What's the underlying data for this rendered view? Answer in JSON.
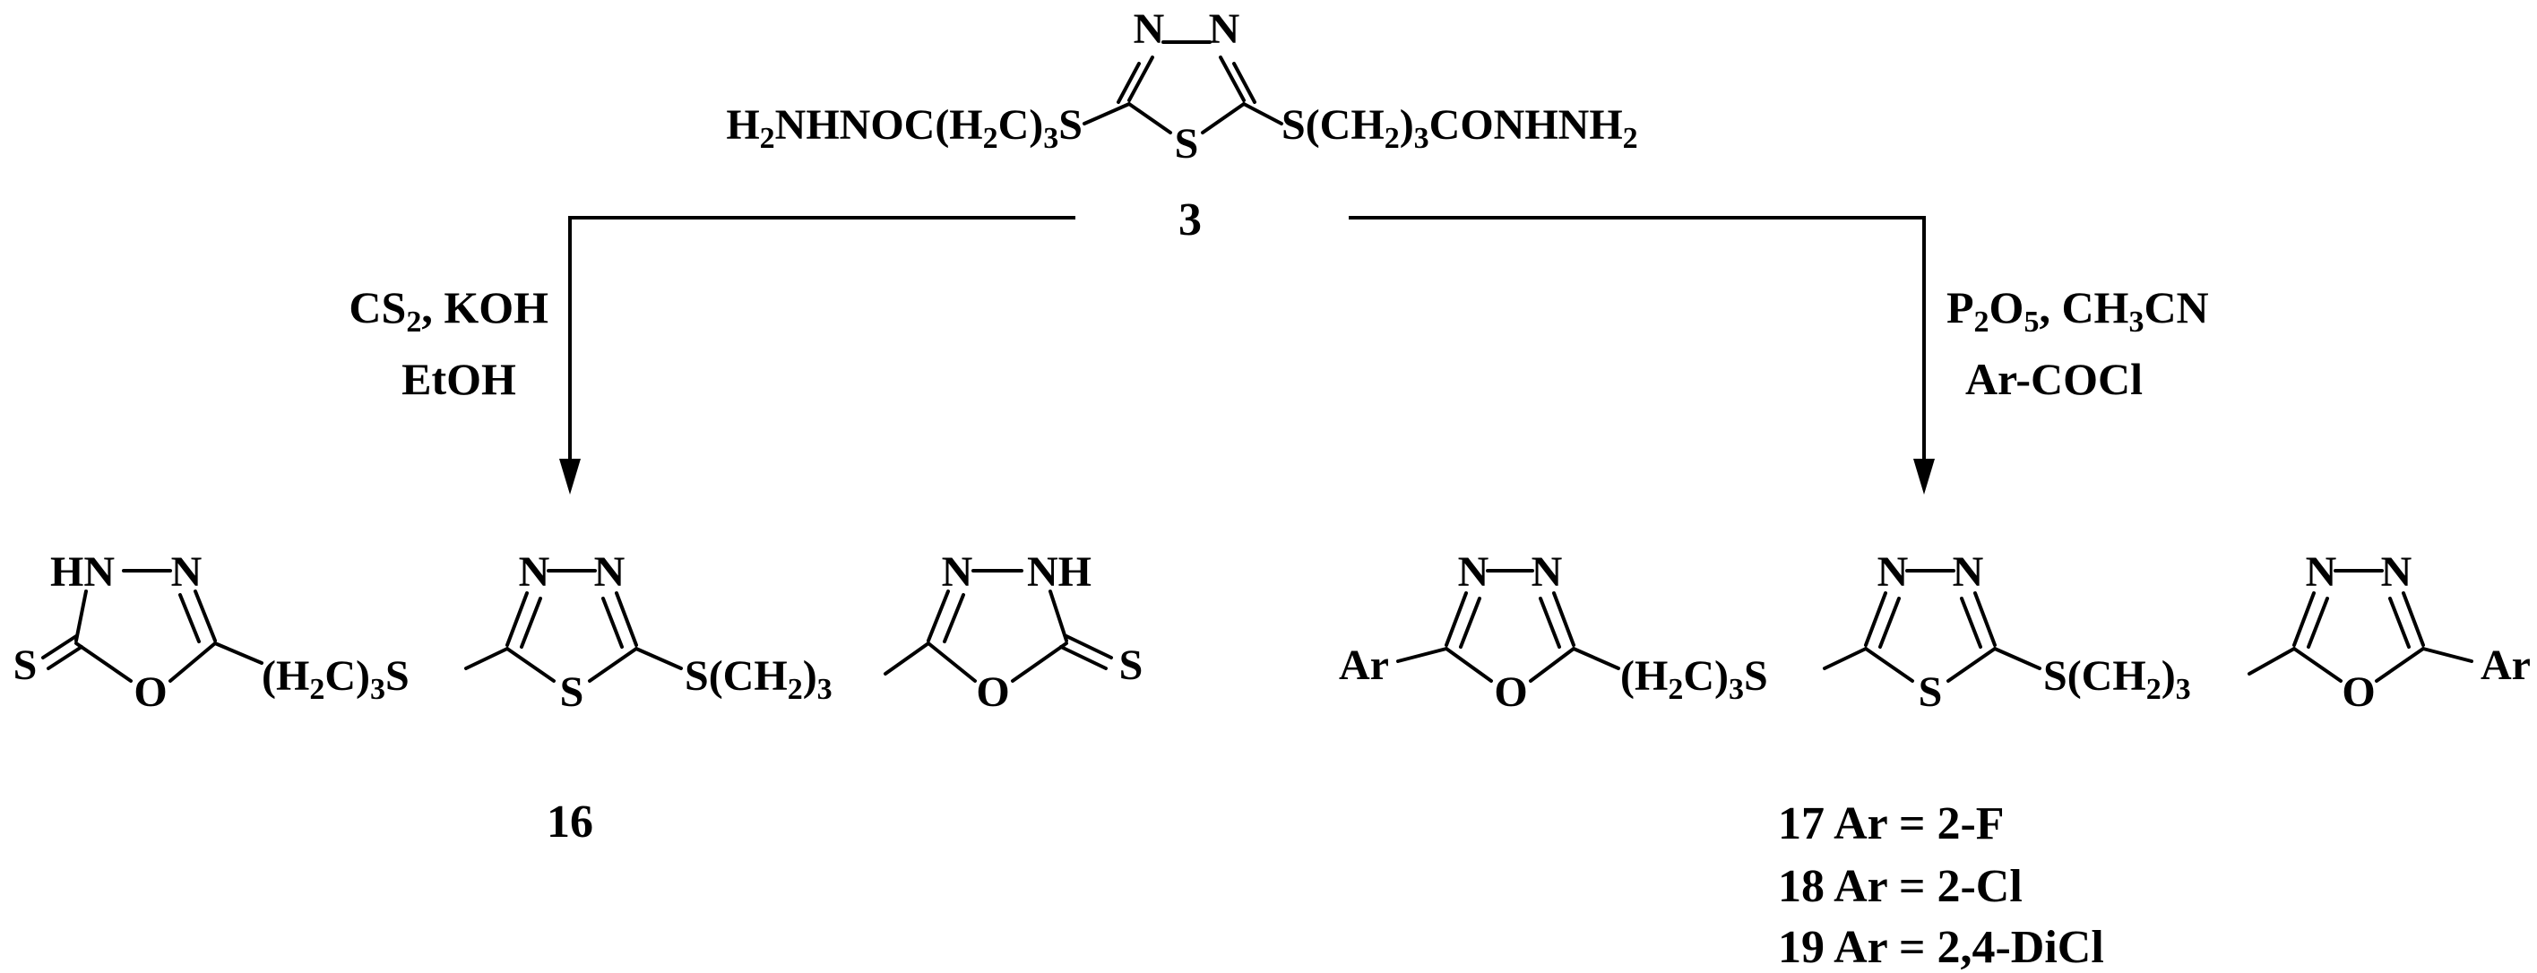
{
  "scheme": {
    "starting_material": {
      "compound_number": "3",
      "left_chain": [
        "H",
        "2",
        "NHNOC(H",
        "2",
        "C)",
        "3",
        "S"
      ],
      "right_chain": [
        "S(CH",
        "2",
        ")",
        "3",
        "CONHNH",
        "2"
      ],
      "ring": {
        "n1": "N",
        "n2": "N",
        "s": "S"
      }
    },
    "left_reaction": {
      "reagent_line1": [
        "CS",
        "2",
        ", KOH"
      ],
      "reagent_line2": "EtOH",
      "product": {
        "compound_number": "16",
        "left_oxadiazole": {
          "nh": "HN",
          "n": "N",
          "o": "O",
          "thione": "S"
        },
        "left_linker": [
          "(H",
          "2",
          "C)",
          "3",
          "S"
        ],
        "center_ring": {
          "n1": "N",
          "n2": "N",
          "s": "S"
        },
        "right_linker": [
          "S(CH",
          "2",
          ")",
          "3"
        ],
        "right_oxadiazole": {
          "n": "N",
          "nh": "NH",
          "o": "O",
          "thione": "S"
        }
      }
    },
    "right_reaction": {
      "reagent_line1": [
        "P",
        "2",
        "O",
        "5",
        ", CH",
        "3",
        "CN"
      ],
      "reagent_line2": "Ar-COCl",
      "product": {
        "ar_left": "Ar",
        "ar_right": "Ar",
        "left_oxadiazole": {
          "n1": "N",
          "n2": "N",
          "o": "O"
        },
        "left_linker": [
          "(H",
          "2",
          "C)",
          "3",
          "S"
        ],
        "center_ring": {
          "n1": "N",
          "n2": "N",
          "s": "S"
        },
        "right_linker": [
          "S(CH",
          "2",
          ")",
          "3"
        ],
        "right_oxadiazole": {
          "n1": "N",
          "n2": "N",
          "o": "O"
        },
        "variants": [
          "17 Ar = 2-F",
          "18 Ar = 2-Cl",
          "19 Ar = 2,4-DiCl"
        ]
      }
    }
  }
}
